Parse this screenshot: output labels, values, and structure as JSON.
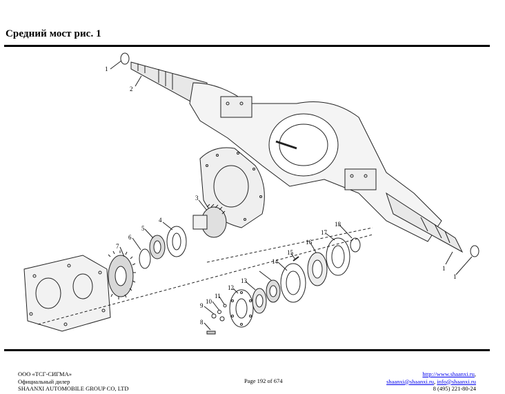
{
  "page": {
    "title": "Средний мост рис. 1"
  },
  "diagram": {
    "callouts": [
      "1",
      "2",
      "3",
      "4",
      "5",
      "6",
      "7",
      "8",
      "9",
      "10",
      "11",
      "12",
      "13",
      "14",
      "15",
      "16",
      "17",
      "18",
      "1"
    ]
  },
  "footer": {
    "company": "ООО «ТСГ-СИГМА»",
    "dealer": "Официальный дилер",
    "manufacturer": "SHAANXI AUTOMOBILE GROUP CO, LTD",
    "page_number": "Page 192 of 674",
    "website": "http://www.shaanxi.ru",
    "email1": "shaanxi@shaanxi.ru",
    "email2": "info@shaanxi.ru",
    "phone": "8 (495) 221-80-24"
  }
}
